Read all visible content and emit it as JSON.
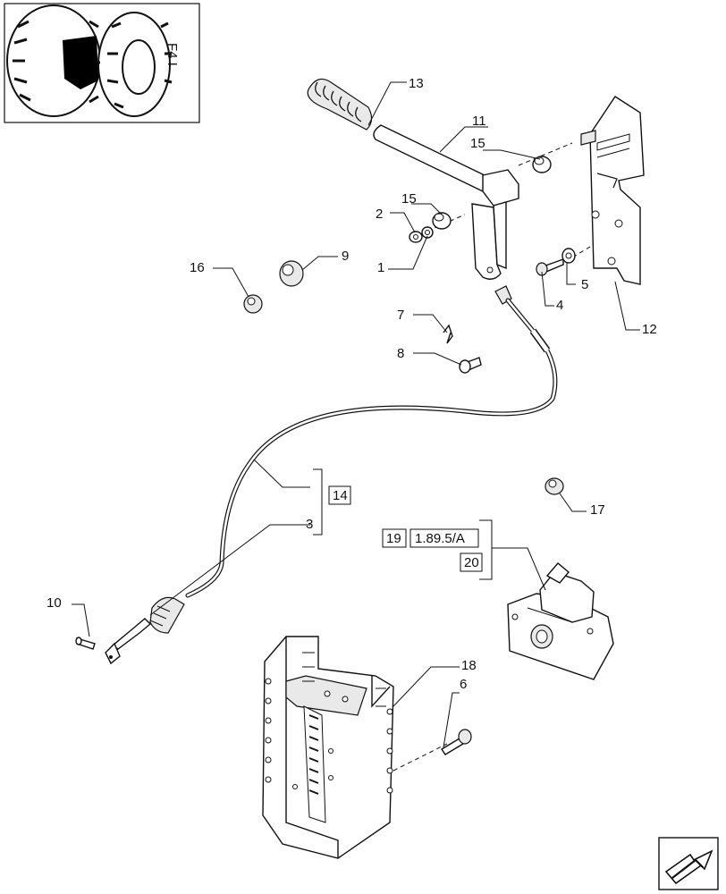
{
  "callouts": {
    "c1": "1",
    "c2": "2",
    "c3": "3",
    "c4": "4",
    "c5": "5",
    "c6": "6",
    "c7": "7",
    "c8": "8",
    "c9": "9",
    "c10": "10",
    "c11": "11",
    "c12": "12",
    "c13": "13",
    "c14": "14",
    "c15a": "15",
    "c15b": "15",
    "c16": "16",
    "c17": "17",
    "c18": "18",
    "c19": "19",
    "c20": "20"
  },
  "reference": {
    "ref_code": "1.89.5/A"
  },
  "icons": {
    "thumbnail": "tractor-rear-wheel-thumbnail",
    "nav": "next-page-arrow-icon"
  },
  "colors": {
    "line": "#111111",
    "background": "#ffffff",
    "thumb_fill": "#000000"
  }
}
